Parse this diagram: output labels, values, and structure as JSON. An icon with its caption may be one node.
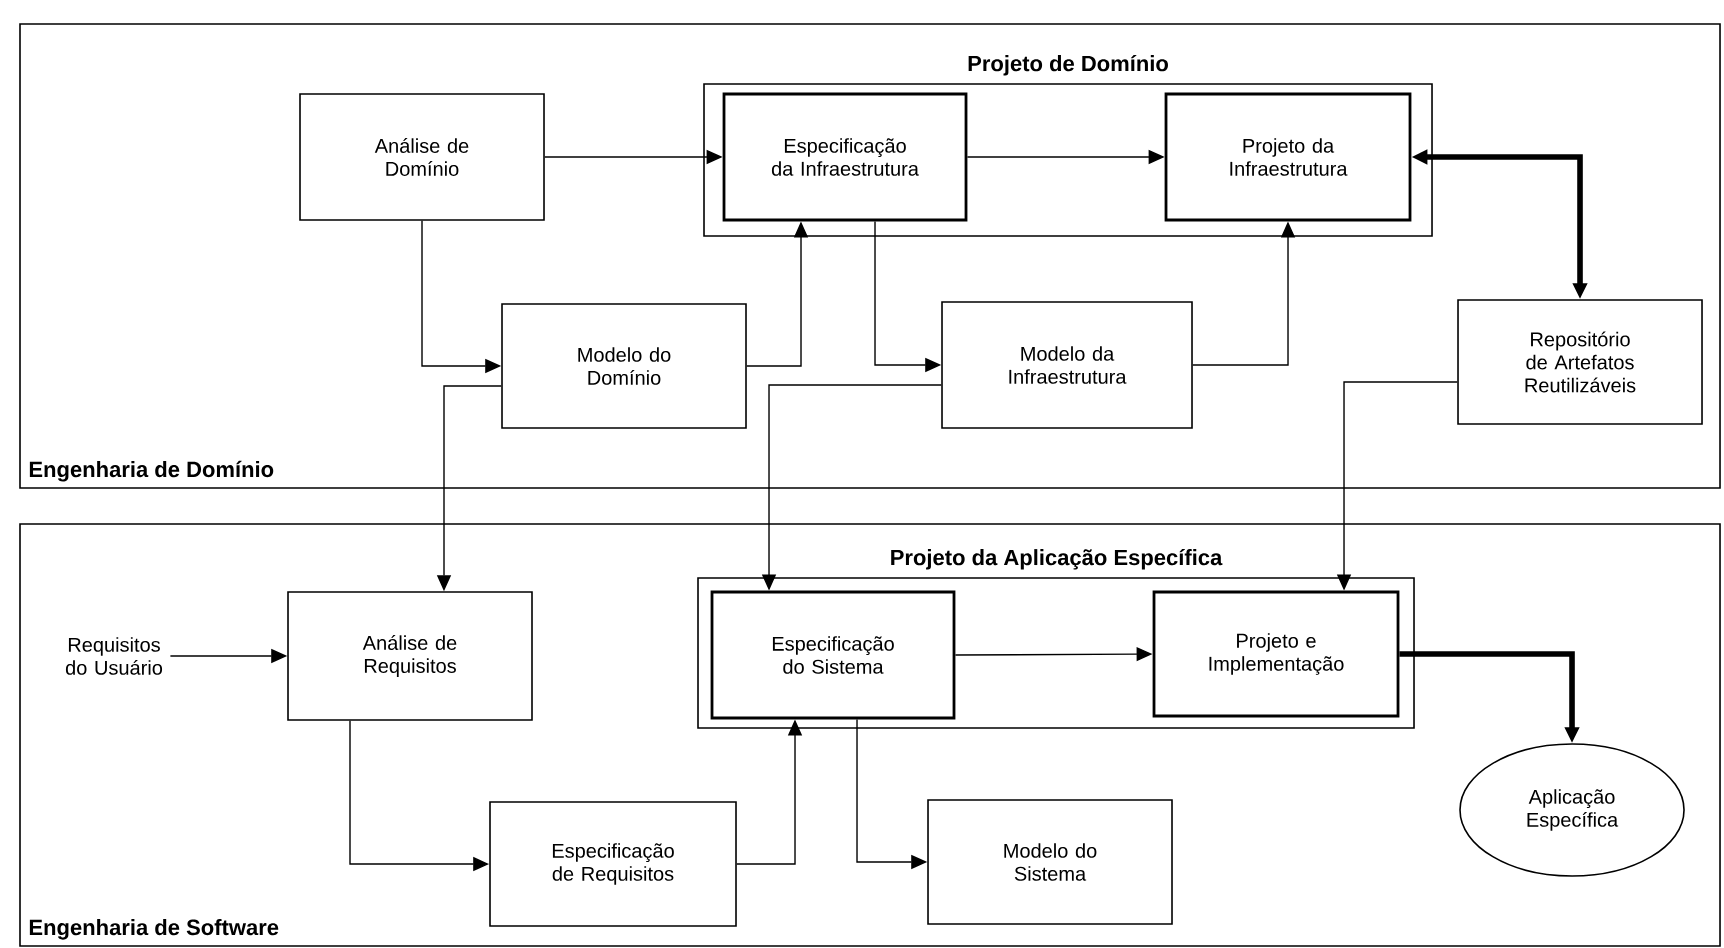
{
  "diagram": {
    "nodes": [
      {
        "text": [
          "Engenharia de Domínio"
        ]
      },
      {
        "text": [
          "Projeto de Domínio"
        ],
        "in": 0
      },
      {
        "text": [
          "Análise de Domínio"
        ],
        "in": 0
      },
      {
        "text": [
          "Especificação da Infraestrutura"
        ],
        "in": 1
      },
      {
        "text": [
          "Projeto da Infraestrutura"
        ],
        "in": 1
      },
      {
        "text": [
          "Modelo do Domínio"
        ],
        "in": 0
      },
      {
        "text": [
          "Modelo da Infraestrutura"
        ],
        "in": 0
      },
      {
        "text": [
          "Repositório de Artefatos Reutilizáveis"
        ],
        "in": 0
      },
      {
        "text": [
          "Engenharia de Software"
        ]
      },
      {
        "text": [
          "Projeto da Aplicação Específica"
        ],
        "in": 8
      },
      {
        "text": [
          "Requisitos do Usuário"
        ],
        "in": 8
      },
      {
        "text": [
          "Análise de Requisitos"
        ],
        "in": 8
      },
      {
        "text": [
          "Especificação do Sistema"
        ],
        "in": 9
      },
      {
        "text": [
          "Projeto e Implementação"
        ],
        "in": 9
      },
      {
        "text": [
          "Especificação de Requisitos"
        ],
        "in": 8
      },
      {
        "text": [
          "Modelo do Sistema"
        ],
        "in": 8
      },
      {
        "text": [
          "Aplicação Específica"
        ],
        "in": 8
      }
    ],
    "edges": [
      {
        "from": 2,
        "to": 3,
        "arrow": "to"
      },
      {
        "from": 2,
        "to": 5,
        "arrow": "to"
      },
      {
        "from": 5,
        "to": 3,
        "arrow": "to"
      },
      {
        "from": 3,
        "to": 6,
        "arrow": "to"
      },
      {
        "from": 6,
        "to": 4,
        "arrow": "to"
      },
      {
        "from": 3,
        "to": 4,
        "arrow": "to"
      },
      {
        "from": 4,
        "to": 7,
        "arrow": "both",
        "style": "thick"
      },
      {
        "from": 5,
        "to": 11,
        "arrow": "to"
      },
      {
        "from": 6,
        "to": 12,
        "arrow": "to"
      },
      {
        "from": 7,
        "to": 13,
        "arrow": "to"
      },
      {
        "from": 10,
        "to": 11,
        "arrow": "to"
      },
      {
        "from": 11,
        "to": 14,
        "arrow": "to"
      },
      {
        "from": 14,
        "to": 12,
        "arrow": "to"
      },
      {
        "from": 12,
        "to": 15,
        "arrow": "to"
      },
      {
        "from": 12,
        "to": 13,
        "arrow": "to"
      },
      {
        "from": 13,
        "to": 16,
        "arrow": "to",
        "style": "thick"
      }
    ]
  }
}
